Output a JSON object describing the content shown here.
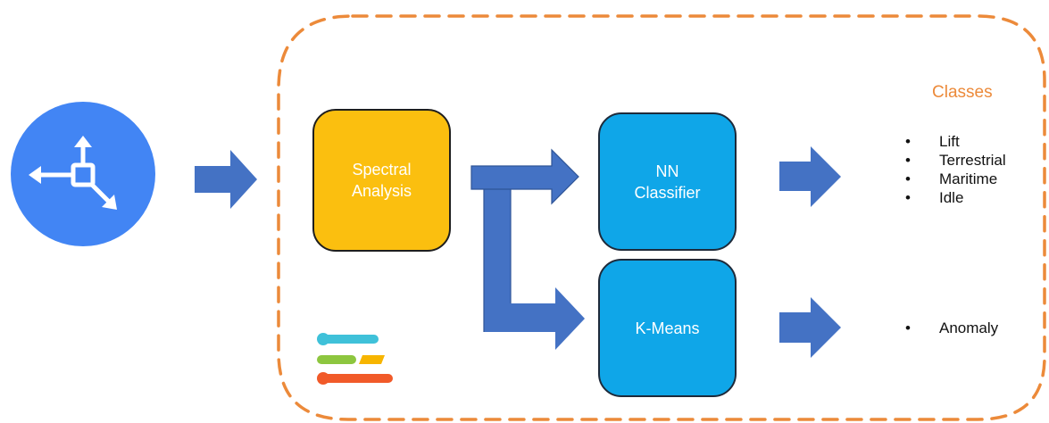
{
  "colors": {
    "accent_orange": "#ec8a3a",
    "arrow_blue": "#4472c4",
    "spectral_yellow": "#fbbf0f",
    "module_blue": "#0fa6e8",
    "sensor_blue": "#4285f4"
  },
  "icons": {
    "sensor": "axis-move-icon",
    "logo": "edge-impulse-logo-icon"
  },
  "blocks": {
    "spectral": "Spectral\nAnalysis",
    "nn": "NN\nClassifier",
    "kmeans": "K-Means"
  },
  "classes": {
    "title": "Classes",
    "items": [
      "Lift",
      "Terrestrial",
      "Maritime",
      "Idle"
    ]
  },
  "anomaly": {
    "items": [
      "Anomaly"
    ]
  }
}
